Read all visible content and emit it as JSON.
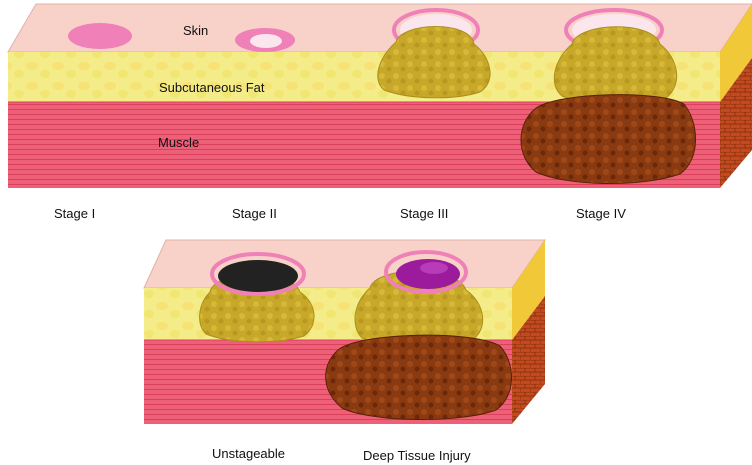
{
  "layers": {
    "skin": "Skin",
    "fat": "Subcutaneous Fat",
    "muscle": "Muscle"
  },
  "top_stages": [
    {
      "label": "Stage I"
    },
    {
      "label": "Stage II"
    },
    {
      "label": "Stage III"
    },
    {
      "label": "Stage IV"
    }
  ],
  "bottom_stages": [
    {
      "label": "Unstageable"
    },
    {
      "label": "Deep Tissue Injury"
    }
  ],
  "colors": {
    "skin": "#f8d2c8",
    "fat": "#f4ec88",
    "muscle": "#ee6078",
    "side_fat": "#f0c838",
    "side_muscle": "#c44a1e",
    "wound_fat": "#c8a828",
    "wound_muscle": "#8a3a10",
    "eschar": "#222222",
    "dti": "#9c1a9c",
    "pink_lesion": "#f080b8"
  }
}
